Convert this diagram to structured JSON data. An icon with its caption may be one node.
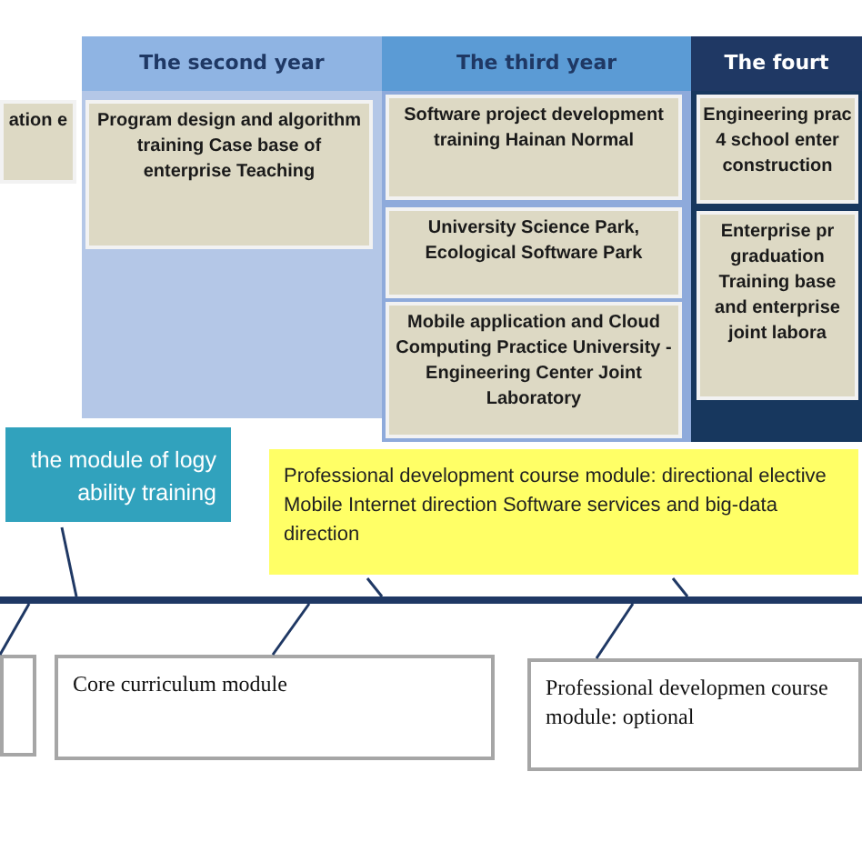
{
  "diagram": {
    "nodes": [
      {
        "text": [
          "ation e"
        ]
      },
      {
        "text": [
          "The second year"
        ]
      },
      {
        "text": [
          "Program design and algorithm training Case base of enterprise Teaching"
        ],
        "in": 1
      },
      {
        "text": [
          "The third year"
        ]
      },
      {
        "text": [
          "Software project development training Hainan Normal"
        ],
        "in": 3
      },
      {
        "text": [
          "University Science Park, Ecological Software Park"
        ],
        "in": 3
      },
      {
        "text": [
          "Mobile application and Cloud Computing Practice University - Engineering Center Joint Laboratory"
        ],
        "in": 3
      },
      {
        "text": [
          "The fourt"
        ]
      },
      {
        "text": [
          "Engineering prac 4 school enter construction"
        ],
        "in": 7
      },
      {
        "text": [
          "Enterprise pr graduation Training base and enterprise joint labora"
        ],
        "in": 7
      },
      {
        "text": [
          "the module of logy ability training"
        ]
      },
      {
        "text": [
          "Professional development course module: directional elective Mobile Internet direction Software services and big-data direction"
        ]
      },
      {
        "text": [],
        "shape": "bar"
      },
      {
        "text": [],
        "shape": "box"
      },
      {
        "text": [
          "Core curriculum module"
        ]
      },
      {
        "text": [
          "Professional developmen course module: optional"
        ]
      }
    ],
    "edges": [
      {
        "from": 10,
        "to": 12,
        "arrow": "none"
      },
      {
        "from": 11,
        "to": 12,
        "arrow": "none"
      },
      {
        "from": 11,
        "to": 12,
        "arrow": "none"
      },
      {
        "from": 12,
        "to": 13,
        "arrow": "none"
      },
      {
        "from": 12,
        "to": 14,
        "arrow": "none"
      },
      {
        "from": 12,
        "to": 15,
        "arrow": "none"
      }
    ]
  }
}
